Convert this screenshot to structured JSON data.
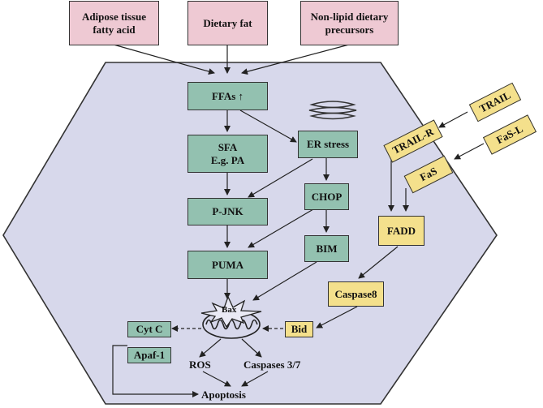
{
  "sources": {
    "adipose": "Adipose tissue\nfatty acid",
    "dietary_fat": "Dietary fat",
    "non_lipid": "Non-lipid dietary\nprecursors"
  },
  "cell": {
    "ffas": "FFAs ↑",
    "sfa": "SFA\nE.g. PA",
    "er_stress": "ER stress",
    "p_jnk": "P-JNK",
    "chop": "CHOP",
    "bim": "BIM",
    "puma": "PUMA",
    "bax": "Bax",
    "cyt_c": "Cyt C",
    "apaf1": "Apaf-1",
    "ros": "ROS",
    "caspases37": "Caspases 3/7",
    "apoptosis": "Apoptosis"
  },
  "extrinsic": {
    "trail": "TRAIL",
    "trail_r": "TRAIL-R",
    "fas_l": "FaS-L",
    "fas": "FaS",
    "fadd": "FADD",
    "caspase8": "Caspase8",
    "bid": "Bid"
  },
  "colors": {
    "pink": "#eec9d3",
    "green": "#93c1b0",
    "yellow": "#f4e08c",
    "cell_fill": "#d7d8eb"
  }
}
